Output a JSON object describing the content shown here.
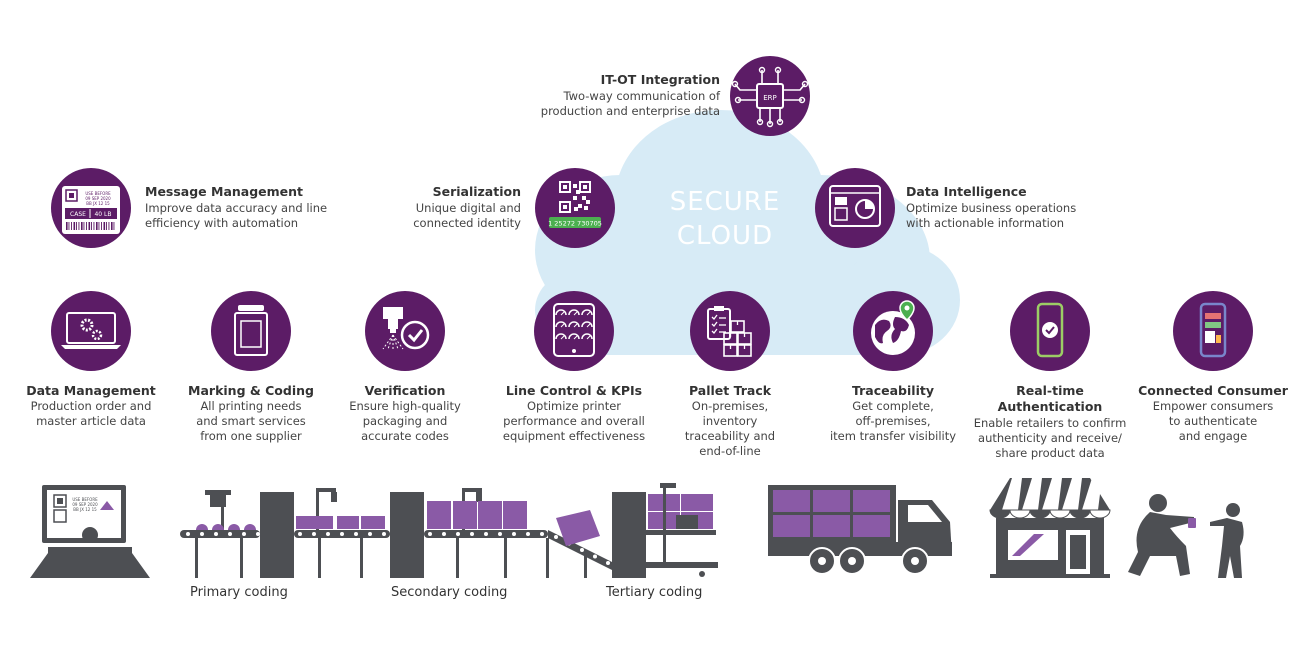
{
  "colors": {
    "accent": "#5c1c66",
    "cloud": "#d7ebf6",
    "machine": "#4d4f53",
    "box": "#8a5aa6",
    "qr_green": "#4caf50"
  },
  "cloud": {
    "line1": "SECURE",
    "line2": "CLOUD"
  },
  "top_features": [
    {
      "id": "it-ot",
      "icon": "erp-network-icon",
      "icon_text": "ERP",
      "title": "IT-OT Integration",
      "desc": [
        "Two-way communication of",
        "production and enterprise data"
      ]
    },
    {
      "id": "message",
      "icon": "label-icon",
      "icon_text": [
        "USE BEFORE",
        "09 SEP 2020",
        "BB JX 12 15",
        "CASE",
        "40 LB"
      ],
      "title": "Message Management",
      "desc": [
        "Improve data accuracy and line",
        "efficiency with automation"
      ]
    },
    {
      "id": "serialization",
      "icon": "qr-code-icon",
      "icon_text": "1 25272 730705",
      "title": "Serialization",
      "desc": [
        "Unique digital and",
        "connected identity"
      ]
    },
    {
      "id": "intelligence",
      "icon": "dashboard-icon",
      "title": "Data Intelligence",
      "desc": [
        "Optimize business operations",
        "with actionable information"
      ]
    }
  ],
  "row_features": [
    {
      "id": "data-mgmt",
      "icon": "laptop-gears-icon",
      "title": [
        "Data Management"
      ],
      "desc": [
        "Production order and",
        "master article data"
      ]
    },
    {
      "id": "marking",
      "icon": "printer-icon",
      "title": [
        "Marking & Coding"
      ],
      "desc": [
        "All printing needs",
        "and smart services",
        "from one supplier"
      ]
    },
    {
      "id": "verification",
      "icon": "camera-check-icon",
      "title": [
        "Verification"
      ],
      "desc": [
        "Ensure high-quality",
        "packaging and",
        "accurate codes"
      ]
    },
    {
      "id": "line-control",
      "icon": "tablet-gauges-icon",
      "title": [
        "Line Control & KPIs"
      ],
      "desc": [
        "Optimize printer",
        "performance and overall",
        "equipment effectiveness"
      ]
    },
    {
      "id": "pallet",
      "icon": "clipboard-boxes-icon",
      "title": [
        "Pallet Track"
      ],
      "desc": [
        "On-premises,",
        "inventory",
        "traceability and",
        "end-of-line"
      ]
    },
    {
      "id": "traceability",
      "icon": "globe-pin-icon",
      "title": [
        "Traceability"
      ],
      "desc": [
        "Get complete,",
        "off-premises,",
        "item transfer visibility"
      ]
    },
    {
      "id": "auth",
      "icon": "phone-check-icon",
      "title": [
        "Real-time",
        "Authentication"
      ],
      "desc": [
        "Enable retailers to confirm",
        "authenticity and receive/",
        "share product data"
      ]
    },
    {
      "id": "consumer",
      "icon": "phone-app-icon",
      "title": [
        "Connected Consumer"
      ],
      "desc": [
        "Empower consumers",
        "to authenticate",
        "and engage"
      ]
    }
  ],
  "monitor_text": [
    "USE BEFORE",
    "09 SEP 2020",
    "BB JX 12 15"
  ],
  "line_labels": {
    "primary": "Primary  coding",
    "secondary": "Secondary coding",
    "tertiary": "Tertiary coding"
  }
}
